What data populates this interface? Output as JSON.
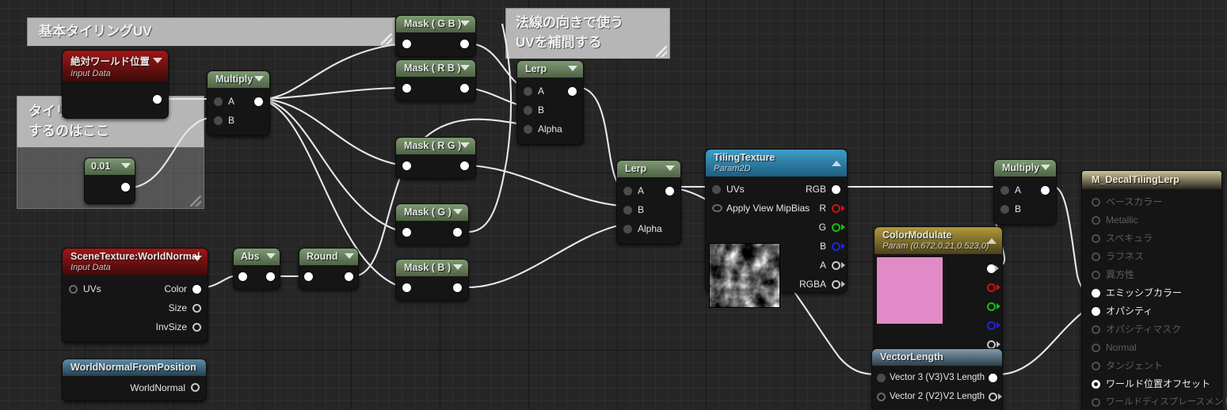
{
  "graph": {
    "title": "Material Graph",
    "background_color": "#262626",
    "wire_color": "#e8e8e8"
  },
  "comments": [
    {
      "id": "comment-tiling-uv",
      "text": "基本タイリングUV",
      "header_color": "#b6b6b6"
    },
    {
      "id": "comment-scale-here",
      "text_line1": "タイリングをスケール",
      "text_line2": "するのはここ",
      "header_color": "#b6b6b6"
    },
    {
      "id": "comment-normal-lerp",
      "text_line1": "法線の向きで使う",
      "text_line2": "UVを補間する",
      "header_color": "#b6b6b6"
    }
  ],
  "nodes": {
    "absolute_world_position": {
      "title": "絶対ワールド位置",
      "subtitle": "Input Data",
      "header_color": "#a11616",
      "outputs": [
        {
          "label": "",
          "pin": "filled"
        }
      ]
    },
    "constant_scale": {
      "title": "0.01",
      "header_color": "#6f8a63",
      "outputs": [
        {
          "label": "",
          "pin": "filled"
        }
      ]
    },
    "multiply_left": {
      "title": "Multiply",
      "header_color": "#6f8a63",
      "inputs": [
        {
          "label": "A"
        },
        {
          "label": "B"
        }
      ],
      "outputs": [
        {
          "label": ""
        }
      ]
    },
    "multiply_right": {
      "title": "Multiply",
      "header_color": "#6f8a63",
      "inputs": [
        {
          "label": "A"
        },
        {
          "label": "B"
        }
      ],
      "outputs": [
        {
          "label": ""
        }
      ]
    },
    "mask_gb": {
      "title": "Mask ( G B )",
      "header_color": "#6f8a63"
    },
    "mask_rb": {
      "title": "Mask ( R B )",
      "header_color": "#6f8a63"
    },
    "mask_rg": {
      "title": "Mask ( R G )",
      "header_color": "#6f8a63"
    },
    "mask_g": {
      "title": "Mask ( G )",
      "header_color": "#6f8a63"
    },
    "mask_b": {
      "title": "Mask ( B )",
      "header_color": "#6f8a63"
    },
    "lerp_top": {
      "title": "Lerp",
      "header_color": "#6f8a63",
      "inputs": [
        {
          "label": "A"
        },
        {
          "label": "B"
        },
        {
          "label": "Alpha"
        }
      ]
    },
    "lerp_mid": {
      "title": "Lerp",
      "header_color": "#6f8a63",
      "inputs": [
        {
          "label": "A"
        },
        {
          "label": "B"
        },
        {
          "label": "Alpha"
        }
      ]
    },
    "scene_texture_world_normal": {
      "title": "SceneTexture:WorldNormal",
      "subtitle": "Input Data",
      "header_color": "#a11616",
      "inputs": [
        {
          "label": "UVs"
        }
      ],
      "outputs": [
        {
          "label": "Color"
        },
        {
          "label": "Size"
        },
        {
          "label": "InvSize"
        }
      ]
    },
    "abs": {
      "title": "Abs",
      "header_color": "#6f8a63"
    },
    "round": {
      "title": "Round",
      "header_color": "#6f8a63"
    },
    "world_normal_from_position": {
      "title": "WorldNormalFromPosition",
      "header_color": "#4f7e9c",
      "outputs": [
        {
          "label": "WorldNormal"
        }
      ]
    },
    "tiling_texture": {
      "title": "TilingTexture",
      "subtitle": "Param2D",
      "header_color": "#3f9ec9",
      "inputs": [
        {
          "label": "UVs"
        },
        {
          "label": "Apply View MipBias"
        }
      ],
      "outputs": [
        {
          "label": "RGB",
          "color": "#ffffff"
        },
        {
          "label": "R",
          "color": "#d01010"
        },
        {
          "label": "G",
          "color": "#10c010"
        },
        {
          "label": "B",
          "color": "#2222e0"
        },
        {
          "label": "A",
          "color": "#c8c8c8"
        },
        {
          "label": "RGBA",
          "color": "#c8c8c8"
        }
      ]
    },
    "color_modulate": {
      "title": "ColorModulate",
      "subtitle": "Param (0.672,0.21,0.523,0)",
      "header_color": "#b09a3c",
      "swatch_color": "#e28ac7",
      "outputs": [
        {
          "label": "",
          "color": "#ffffff"
        },
        {
          "label": "",
          "color": "#d01010"
        },
        {
          "label": "",
          "color": "#10c010"
        },
        {
          "label": "",
          "color": "#2222e0"
        },
        {
          "label": "",
          "color": "#c8c8c8"
        }
      ]
    },
    "vector_length": {
      "title": "VectorLength",
      "header_color": "#6f8c9e",
      "rows": [
        {
          "in_label": "Vector 3 (V3)",
          "out_label": "V3 Length"
        },
        {
          "in_label": "Vector 2 (V2)",
          "out_label": "V2 Length"
        }
      ]
    },
    "material_output": {
      "title": "M_DecalTilingLerp",
      "header_color": "#cfc49a",
      "pins": [
        {
          "label": "ベースカラー",
          "state": "off"
        },
        {
          "label": "Metallic",
          "state": "off"
        },
        {
          "label": "スペキュラ",
          "state": "off"
        },
        {
          "label": "ラフネス",
          "state": "off"
        },
        {
          "label": "異方性",
          "state": "off"
        },
        {
          "label": "エミッシブカラー",
          "state": "on"
        },
        {
          "label": "オパシティ",
          "state": "on"
        },
        {
          "label": "オパシティマスク",
          "state": "off"
        },
        {
          "label": "Normal",
          "state": "off"
        },
        {
          "label": "タンジェント",
          "state": "off"
        },
        {
          "label": "ワールド位置オフセット",
          "state": "ring"
        },
        {
          "label": "ワールドディスプレースメント",
          "state": "off"
        }
      ]
    }
  }
}
